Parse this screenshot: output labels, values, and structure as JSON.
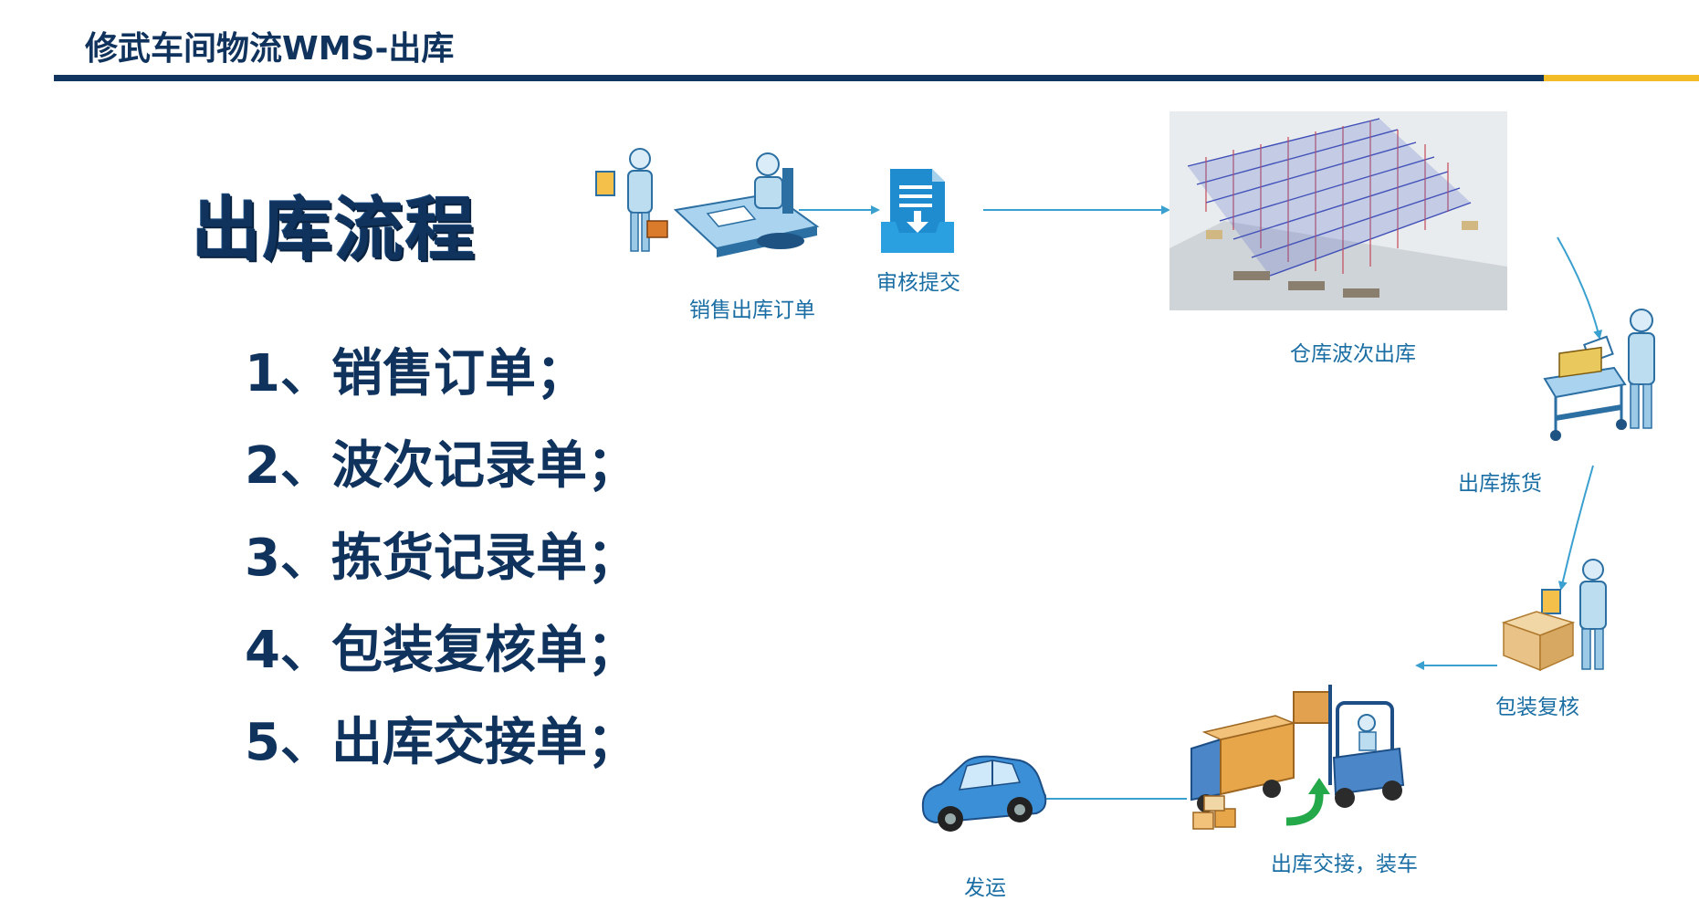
{
  "header": {
    "title": "修武车间物流WMS-出库",
    "colors": {
      "primary": "#12355f",
      "accent": "#f2bc27",
      "label": "#1a6ea3",
      "arrow": "#3aa0cf"
    }
  },
  "main": {
    "title": "出库流程",
    "documents": [
      {
        "label": "1、销售订单；"
      },
      {
        "label": "2、波次记录单；"
      },
      {
        "label": "3、拣货记录单；"
      },
      {
        "label": "4、包装复核单；"
      },
      {
        "label": "5、出库交接单；"
      }
    ]
  },
  "flow": {
    "nodes": [
      {
        "label": "销售出库订单",
        "icon": "office-desk-worker-icon"
      },
      {
        "label": "审核提交",
        "icon": "document-submit-icon"
      },
      {
        "label": "仓库波次出库",
        "icon": "warehouse-rack-icon"
      },
      {
        "label": "出库拣货",
        "icon": "picking-cart-worker-icon"
      },
      {
        "label": "包装复核",
        "icon": "packing-box-worker-icon"
      },
      {
        "label": "出库交接，装车",
        "icon": "forklift-truck-icon"
      },
      {
        "label": "发运",
        "icon": "car-icon"
      }
    ]
  }
}
